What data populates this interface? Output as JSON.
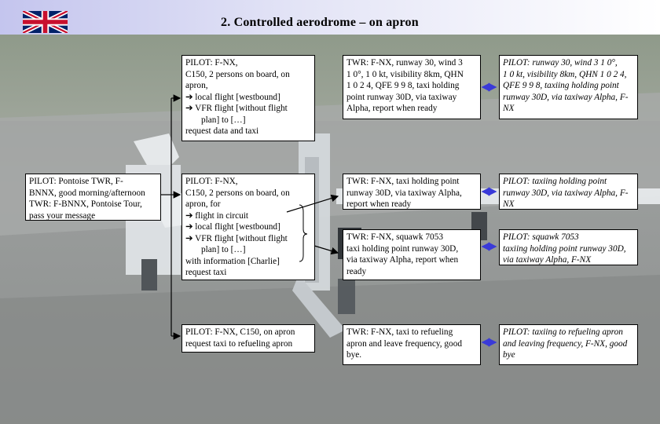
{
  "header": {
    "title": "2. Controlled aerodrome – on apron",
    "flag_icon": "uk-flag-icon"
  },
  "colors": {
    "header_left": "#c4c5ee",
    "header_right": "#ffffff",
    "double_arrow": "#3a3ad8"
  },
  "left_box": {
    "lines": [
      "PILOT: Pontoise TWR, F-",
      "BNNX, good morning/afternoon",
      "TWR: F-BNNX, Pontoise Tour,",
      "pass your message"
    ]
  },
  "row1": {
    "pilot": [
      "PILOT: F-NX,",
      "C150, 2 persons on board, on",
      "apron,",
      "➔ local flight [westbound]",
      "➔ VFR flight [without flight",
      "plan] to […]",
      "request data and taxi"
    ],
    "twr": [
      "TWR: F-NX, runway 30, wind 3",
      "1 0°, 1 0 kt, visibility 8km, QHN",
      "1 0 2 4, QFE 9 9 8, taxi holding",
      "point runway 30D, via taxiway",
      "Alpha, report when ready"
    ],
    "readback": [
      "PILOT: runway 30, wind 3 1 0°,",
      "1 0 kt, visibility 8km, QHN 1 0 2 4,",
      "QFE 9 9 8, taxiing holding point",
      "runway 30D, via taxiway Alpha, F-",
      "NX"
    ]
  },
  "row2": {
    "pilot": [
      "PILOT: F-NX,",
      "C150, 2 persons on board, on",
      "apron, for",
      "➔ flight in circuit",
      "➔ local flight [westbound]",
      "➔ VFR flight [without flight",
      "plan] to […]",
      "with information [Charlie]",
      "request taxi"
    ],
    "twr_a": [
      "TWR: F-NX, taxi holding point",
      "runway 30D, via taxiway Alpha,",
      "report when ready"
    ],
    "readback_a": [
      "PILOT: taxiing holding point",
      "runway 30D, via taxiway Alpha, F-",
      "NX"
    ],
    "twr_b": [
      "TWR: F-NX, squawk 7053",
      "taxi holding point runway 30D,",
      "via taxiway Alpha, report when",
      "ready"
    ],
    "readback_b": [
      "PILOT: squawk 7053",
      "taxiing holding point runway 30D,",
      "via taxiway Alpha, F-NX"
    ]
  },
  "row3": {
    "pilot": [
      "PILOT: F-NX, C150, on apron",
      "request taxi to refueling apron"
    ],
    "twr": [
      "TWR: F-NX, taxi to refueling",
      "apron and leave frequency, good",
      "bye."
    ],
    "readback": [
      "PILOT: taxiing to refueling apron",
      "and leaving frequency, F-NX, good",
      "bye"
    ]
  }
}
